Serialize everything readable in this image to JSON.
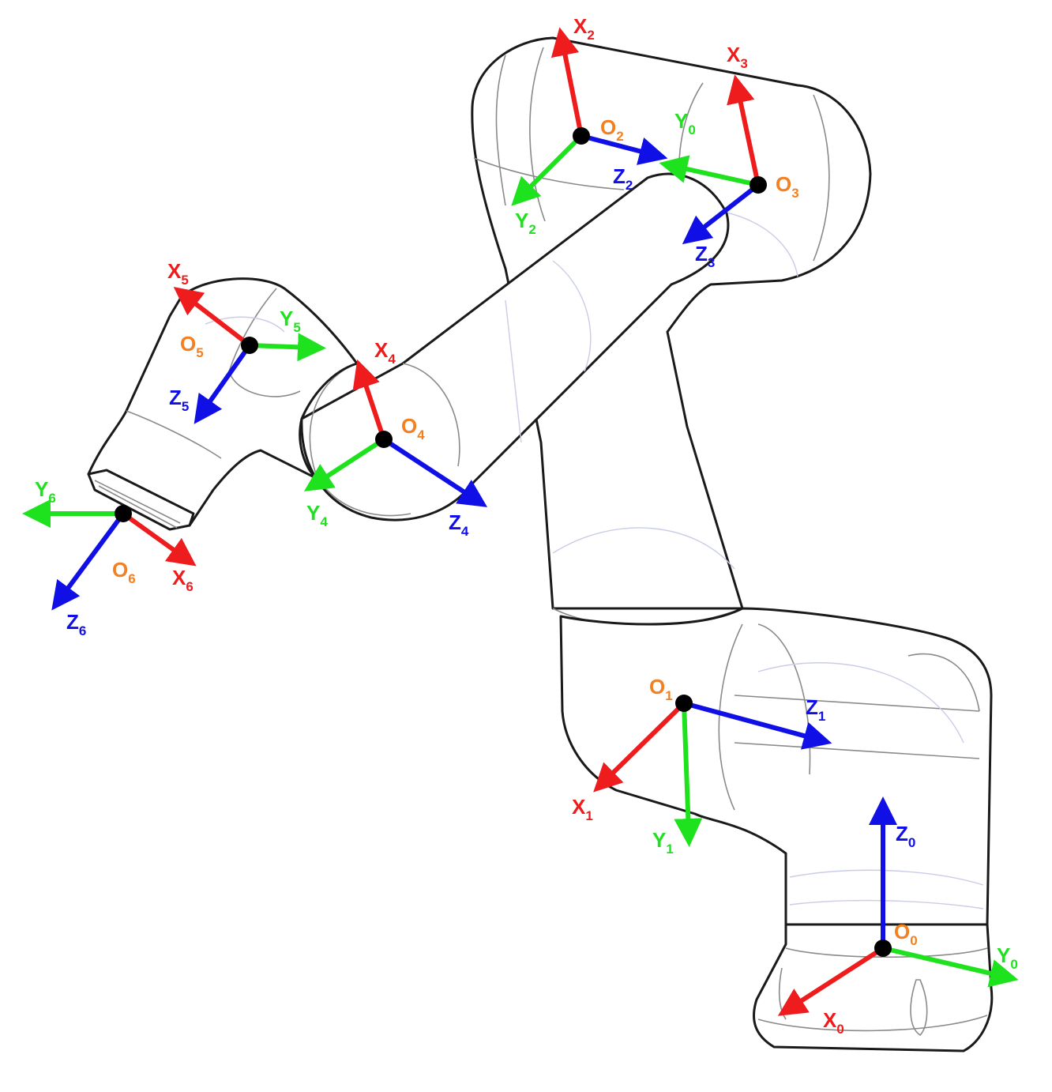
{
  "colors": {
    "x_axis": "#ee1c1c",
    "y_axis": "#1fe21f",
    "z_axis": "#1010e6",
    "origin_label": "#f28021",
    "origin_dot": "#000000",
    "outline": "#1a1a1a"
  },
  "frames": [
    {
      "id": "0",
      "origin": {
        "base": "O",
        "sub": "0"
      },
      "x": {
        "base": "X",
        "sub": "0"
      },
      "y": {
        "base": "Y",
        "sub": "0"
      },
      "z": {
        "base": "Z",
        "sub": "0"
      }
    },
    {
      "id": "1",
      "origin": {
        "base": "O",
        "sub": "1"
      },
      "x": {
        "base": "X",
        "sub": "1"
      },
      "y": {
        "base": "Y",
        "sub": "1"
      },
      "z": {
        "base": "Z",
        "sub": "1"
      }
    },
    {
      "id": "2",
      "origin": {
        "base": "O",
        "sub": "2"
      },
      "x": {
        "base": "X",
        "sub": "2"
      },
      "y": {
        "base": "Y",
        "sub": "2"
      },
      "z": {
        "base": "Z",
        "sub": "2"
      }
    },
    {
      "id": "3",
      "origin": {
        "base": "O",
        "sub": "3"
      },
      "x": {
        "base": "X",
        "sub": "3"
      },
      "y": {
        "base": "Y",
        "sub": "0"
      },
      "z": {
        "base": "Z",
        "sub": "3"
      }
    },
    {
      "id": "4",
      "origin": {
        "base": "O",
        "sub": "4"
      },
      "x": {
        "base": "X",
        "sub": "4"
      },
      "y": {
        "base": "Y",
        "sub": "4"
      },
      "z": {
        "base": "Z",
        "sub": "4"
      }
    },
    {
      "id": "5",
      "origin": {
        "base": "O",
        "sub": "5"
      },
      "x": {
        "base": "X",
        "sub": "5"
      },
      "y": {
        "base": "Y",
        "sub": "5"
      },
      "z": {
        "base": "Z",
        "sub": "5"
      }
    },
    {
      "id": "6",
      "origin": {
        "base": "O",
        "sub": "6"
      },
      "x": {
        "base": "X",
        "sub": "6"
      },
      "y": {
        "base": "Y",
        "sub": "6"
      },
      "z": {
        "base": "Z",
        "sub": "6"
      }
    }
  ]
}
